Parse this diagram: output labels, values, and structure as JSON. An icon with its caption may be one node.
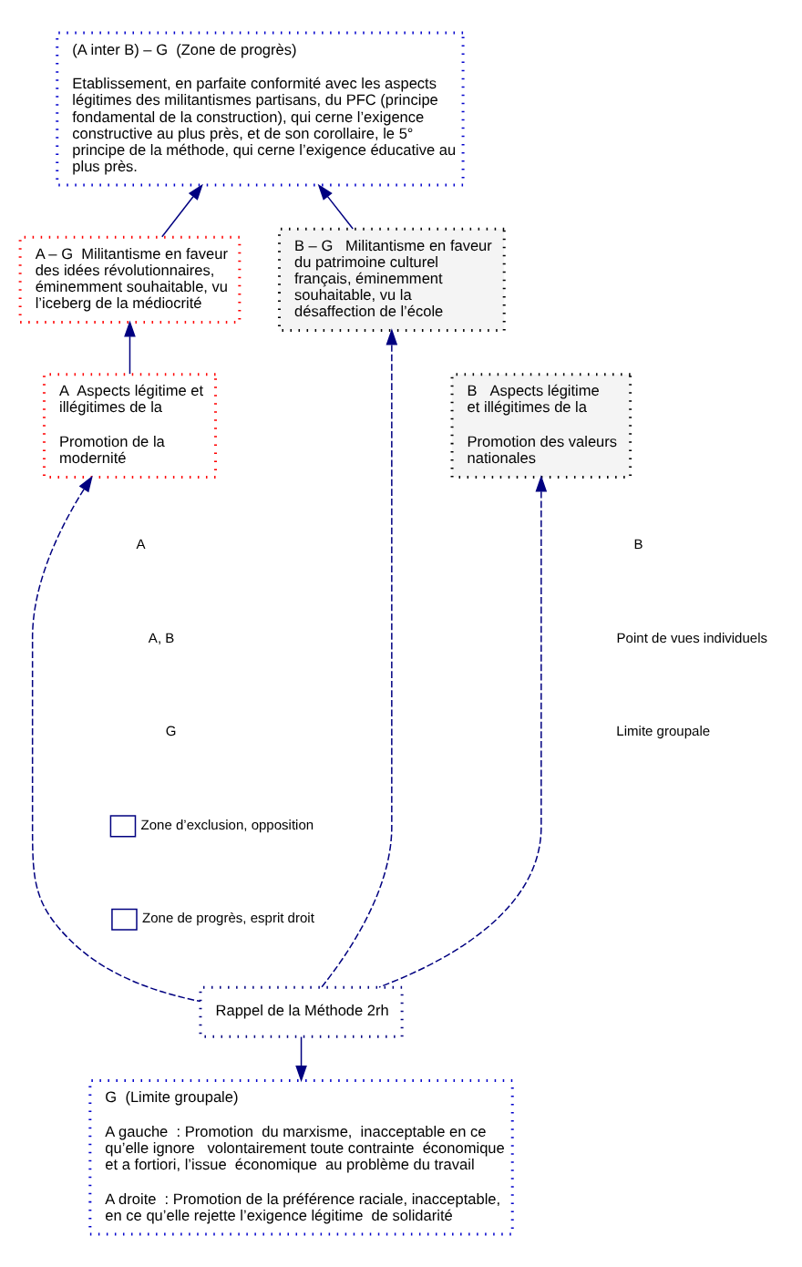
{
  "diagram": {
    "nodes": [
      {
        "text": [
          "(A inter B) – G  (Zone de progrès)",
          "Etablissement, en parfaite conformité avec les aspects légitimes des militantismes partisans, du PFC (principe fondamental de la construction), qui cerne l’exigence constructive au plus près, et de son corollaire, le 5° principe de la méthode, qui cerne l’exigence éducative au plus près."
        ]
      },
      {
        "text": [
          "A – G  Militantisme en faveur des idées révolutionnaires, éminemment souhaitable, vu l’iceberg de la médiocrité"
        ]
      },
      {
        "text": [
          "B – G   Militantisme en faveur du patrimoine culturel français, éminemment souhaitable, vu la désaffection de l’école"
        ]
      },
      {
        "text": [
          "A  Aspects légitime et illégitimes de la",
          "Promotion de la modernité"
        ]
      },
      {
        "text": [
          "B   Aspects légitime   et illégitimes de la",
          "Promotion des valeurs nationales"
        ]
      },
      {
        "text": [
          "Rappel de la Méthode 2rh"
        ]
      },
      {
        "text": [
          "G  (Limite groupale)",
          "A gauche  : Promotion  du marxisme,  inacceptable en ce qu’elle ignore   volontairement toute contrainte  économique  et a fortiori, l’issue  économique  au problème du travail",
          "A droite  : Promotion de la préférence raciale, inacceptable, en ce qu’elle rejette l’exigence légitime  de solidarité"
        ]
      }
    ],
    "edges": [
      {
        "from": 1,
        "to": 0,
        "arrow": "to"
      },
      {
        "from": 2,
        "to": 0,
        "arrow": "to"
      },
      {
        "from": 3,
        "to": 1,
        "arrow": "to"
      },
      {
        "from": 5,
        "to": 2,
        "arrow": "to",
        "style": "dashed"
      },
      {
        "from": 5,
        "to": 3,
        "arrow": "to",
        "style": "dashed"
      },
      {
        "from": 5,
        "to": 4,
        "arrow": "to",
        "style": "dashed"
      },
      {
        "from": 5,
        "to": 6,
        "arrow": "to"
      }
    ],
    "labels": [
      "A",
      "B",
      "A, B",
      "Point de vues individuels",
      "G",
      "Limite groupale"
    ],
    "legend": [
      {
        "text": "Zone d’exclusion, opposition"
      },
      {
        "text": "Zone de progrès, esprit droit"
      }
    ]
  }
}
